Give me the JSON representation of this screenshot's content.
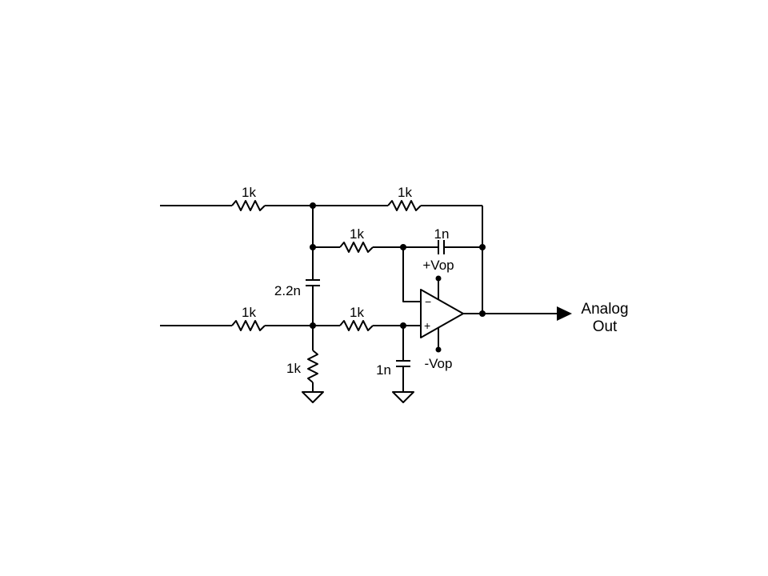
{
  "components": {
    "r_top_left": "1k",
    "r_top_right": "1k",
    "r_mid": "1k",
    "c_top": "1n",
    "c_mid": "2.2n",
    "r_bottom_left": "1k",
    "r_bottom_mid": "1k",
    "r_shunt": "1k",
    "c_shunt": "1n"
  },
  "opamp": {
    "supply_pos": "+Vop",
    "supply_neg": "-Vop",
    "inv_pin": "−",
    "noninv_pin": "+"
  },
  "output": {
    "line1": "Analog",
    "line2": "Out"
  }
}
